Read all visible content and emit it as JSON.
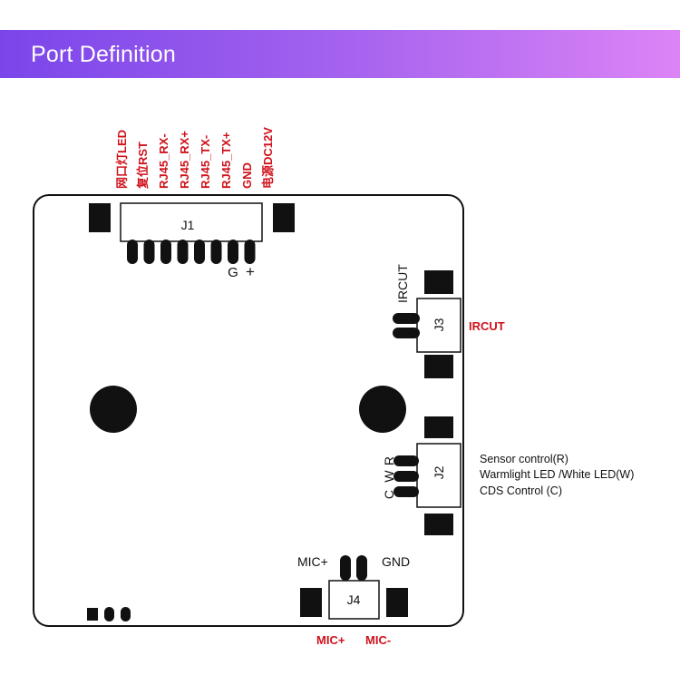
{
  "header": {
    "title": "Port Definition"
  },
  "j1": {
    "label": "J1",
    "pins": [
      "网口灯LED",
      "复位RST",
      "RJ45_RX-",
      "RJ45_RX+",
      "RJ45_TX-",
      "RJ45_TX+",
      "GND",
      "电源DC12V"
    ],
    "g_mark": "G",
    "plus_mark": "+"
  },
  "j3": {
    "label": "J3",
    "pin_label": "IRCUT",
    "side_label": "IRCUT"
  },
  "j2": {
    "label": "J2",
    "pin_r": "R",
    "pin_w": "W",
    "pin_c": "C",
    "desc_r": "Sensor control(R)",
    "desc_w": "Warmlight LED /White LED(W)",
    "desc_c": "CDS Control (C)"
  },
  "j4": {
    "label": "J4",
    "mic_plus": "MIC+",
    "gnd": "GND",
    "bottom_plus": "MIC+",
    "bottom_minus": "MIC-"
  },
  "colors": {
    "accent_red": "#d0121b",
    "banner_start": "#7a45ea",
    "banner_end": "#dc84f6"
  }
}
